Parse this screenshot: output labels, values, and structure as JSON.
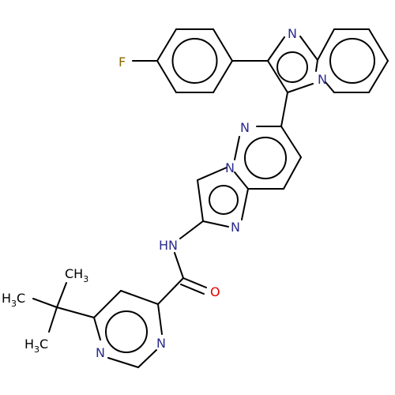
{
  "colors": {
    "bond": "#000000",
    "N": "#2a2a8c",
    "O": "#e00000",
    "F": "#8a6a00",
    "C": "#000000"
  },
  "atoms": {
    "F": "F",
    "N_imid_top": "N",
    "N_imid_bridge": "N",
    "N_pyridazine": "N",
    "N_bridge2": "N",
    "N_imid2": "N",
    "NH": "HN",
    "O": "O",
    "N_pym1": "N",
    "N_pym2": "N",
    "CH3_a_main": "CH",
    "CH3_a_sub": "3",
    "CH3_b_main": "H",
    "CH3_b_sub": "3",
    "CH3_b_tail": "C",
    "CH3_c_main": "H",
    "CH3_c_sub": "3",
    "CH3_c_tail": "C"
  }
}
